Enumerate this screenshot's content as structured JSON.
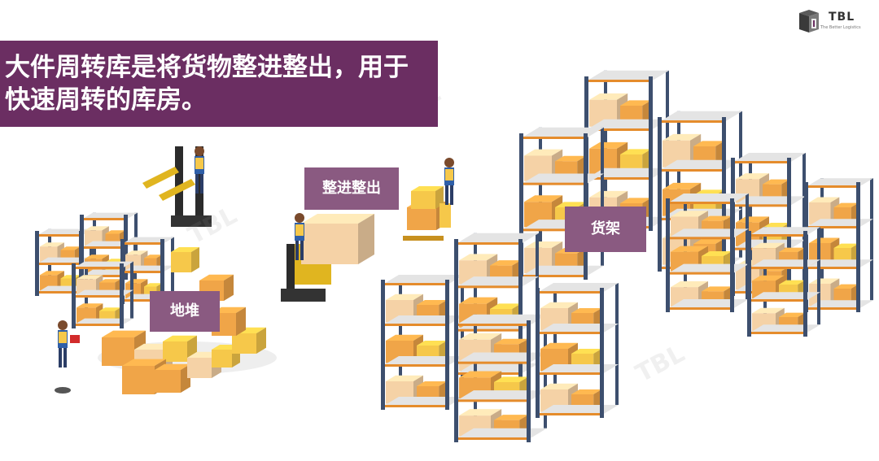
{
  "brand": {
    "name": "TBL",
    "tagline": "The Better Logistics"
  },
  "title": {
    "line1": "大件周转库是将货物整进整出，用于",
    "line2": "快速周转的库房。"
  },
  "labels": {
    "floor_stack": "地堆",
    "whole_in_out": "整进整出",
    "shelves": "货架"
  },
  "watermark": "TBL",
  "colors": {
    "title_bg": "#6b2e62",
    "label_bg": "#8a5a81",
    "rack_blue": "#3d4f6e",
    "box_orange": "#f0a548",
    "box_yellow": "#f6c84a",
    "box_tan": "#f5d2a6",
    "shelf_gray": "#e4e4e4"
  }
}
